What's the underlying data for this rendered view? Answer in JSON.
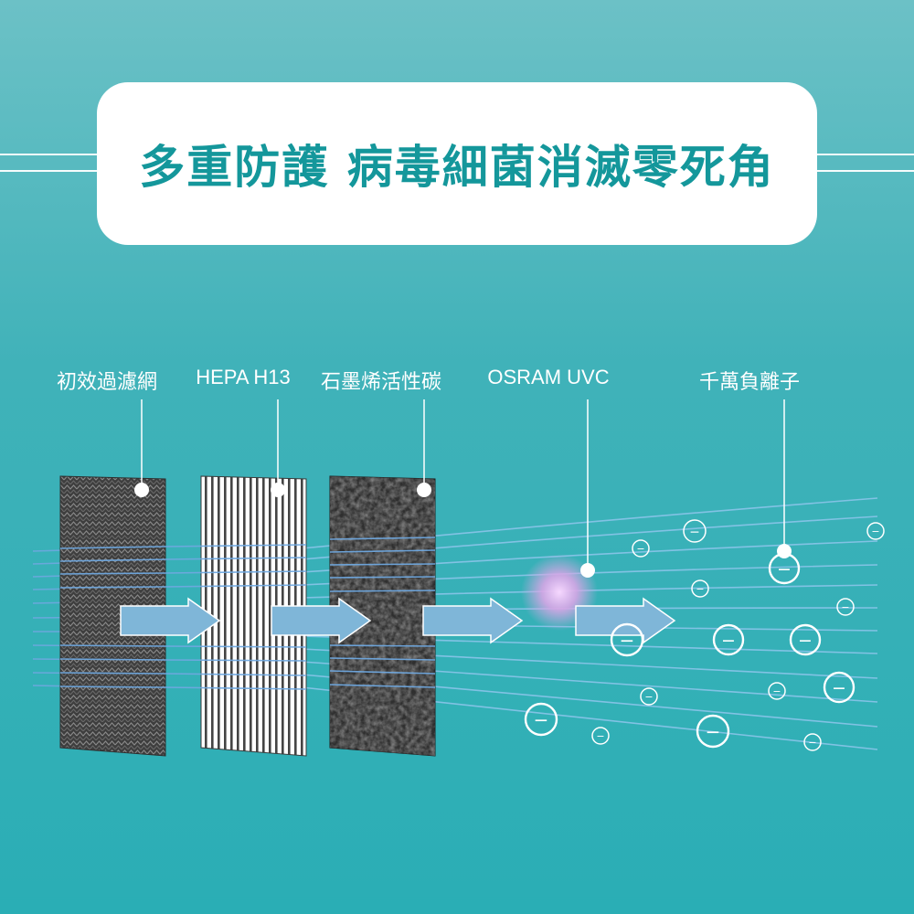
{
  "title": "多重防護 病毒細菌消滅零死角",
  "colors": {
    "title_text": "#14979b",
    "background_top": "#6cc1c6",
    "background_bottom": "#2aaeb5",
    "arrow_fill": "#7fb6d8",
    "uvc_glow": "#d8a6e6",
    "airflow_line": "#6fa8e0"
  },
  "layers": [
    {
      "label": "初效過濾網",
      "kind": "prefilter"
    },
    {
      "label": "HEPA H13",
      "kind": "hepa"
    },
    {
      "label": "石墨烯活性碳",
      "kind": "carbon"
    },
    {
      "label": "OSRAM UVC",
      "kind": "uvc"
    },
    {
      "label": "千萬負離子",
      "kind": "ion"
    }
  ],
  "ion_symbol": "−"
}
